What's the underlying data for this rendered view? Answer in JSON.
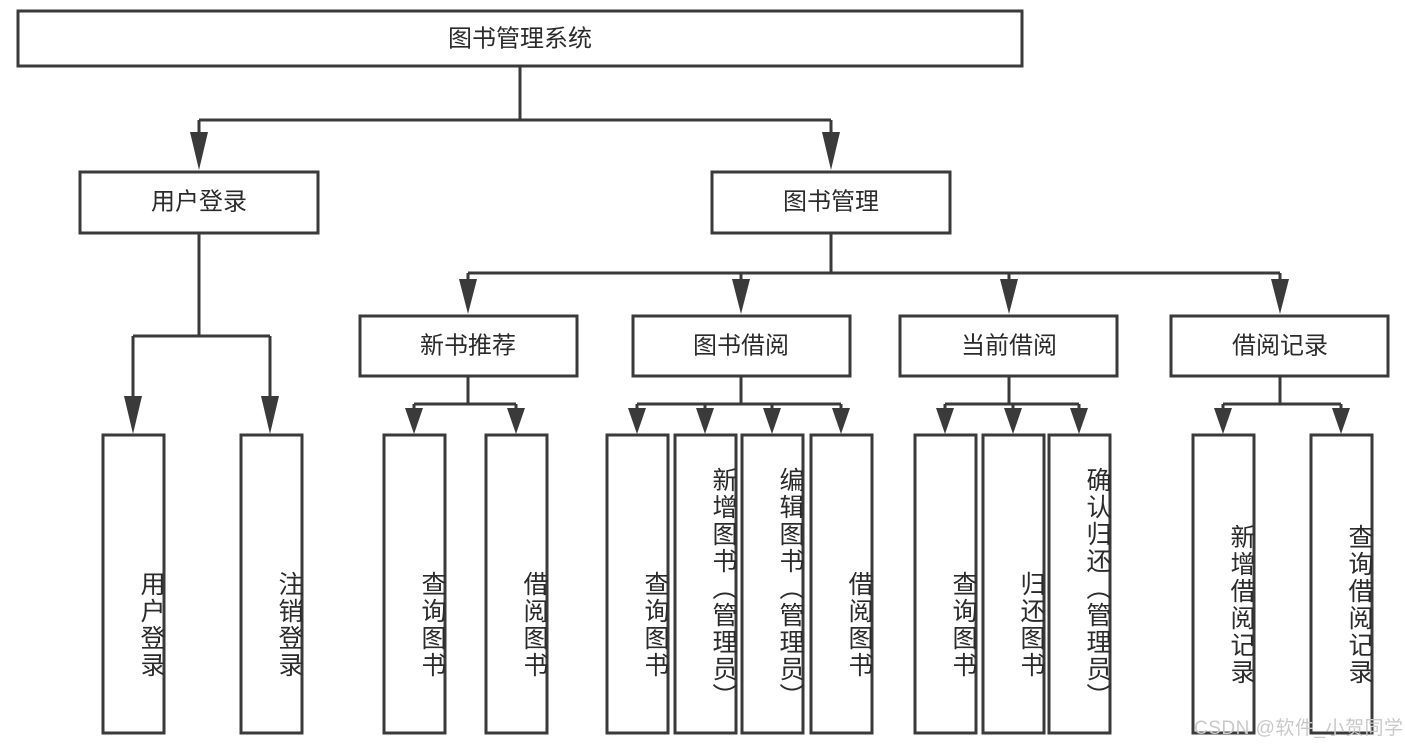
{
  "diagram": {
    "type": "tree-hierarchy",
    "title": "图书管理系统",
    "root": {
      "id": "root",
      "label": "图书管理系统",
      "orientation": "horizontal"
    },
    "level1": [
      {
        "id": "user-login",
        "label": "用户登录",
        "orientation": "horizontal"
      },
      {
        "id": "book-manage",
        "label": "图书管理",
        "orientation": "horizontal"
      }
    ],
    "level2": [
      {
        "id": "new-book-rec",
        "label": "新书推荐",
        "orientation": "horizontal",
        "parent": "book-manage"
      },
      {
        "id": "book-borrow",
        "label": "图书借阅",
        "orientation": "horizontal",
        "parent": "book-manage"
      },
      {
        "id": "current-borrow",
        "label": "当前借阅",
        "orientation": "horizontal",
        "parent": "book-manage"
      },
      {
        "id": "borrow-record",
        "label": "借阅记录",
        "orientation": "horizontal",
        "parent": "book-manage"
      }
    ],
    "leaves": [
      {
        "id": "leaf-user-login",
        "label": "用户登录",
        "orientation": "vertical",
        "parent": "user-login"
      },
      {
        "id": "leaf-user-logout",
        "label": "注销登录",
        "orientation": "vertical",
        "parent": "user-login"
      },
      {
        "id": "leaf-query-book-1",
        "label": "查询图书",
        "orientation": "vertical",
        "parent": "new-book-rec"
      },
      {
        "id": "leaf-borrow-book-1",
        "label": "借阅图书",
        "orientation": "vertical",
        "parent": "new-book-rec"
      },
      {
        "id": "leaf-query-book-2",
        "label": "查询图书",
        "orientation": "vertical",
        "parent": "book-borrow"
      },
      {
        "id": "leaf-add-book",
        "label": "新增图书（管理员）",
        "orientation": "vertical",
        "parent": "book-borrow"
      },
      {
        "id": "leaf-edit-book",
        "label": "编辑图书（管理员）",
        "orientation": "vertical",
        "parent": "book-borrow"
      },
      {
        "id": "leaf-borrow-book-2",
        "label": "借阅图书",
        "orientation": "vertical",
        "parent": "book-borrow"
      },
      {
        "id": "leaf-query-book-3",
        "label": "查询图书",
        "orientation": "vertical",
        "parent": "current-borrow"
      },
      {
        "id": "leaf-return-book",
        "label": "归还图书",
        "orientation": "vertical",
        "parent": "current-borrow"
      },
      {
        "id": "leaf-confirm-return",
        "label": "确认归还（管理员）",
        "orientation": "vertical",
        "parent": "current-borrow"
      },
      {
        "id": "leaf-add-record",
        "label": "新增借阅记录",
        "orientation": "vertical",
        "parent": "borrow-record"
      },
      {
        "id": "leaf-query-record",
        "label": "查询借阅记录",
        "orientation": "vertical",
        "parent": "borrow-record"
      }
    ],
    "colors": {
      "box_stroke": "#3a3a3a",
      "box_fill": "#ffffff",
      "text": "#2b2b2b",
      "background": "#ffffff",
      "watermark": "#c9c9c9"
    }
  },
  "watermark": {
    "text": "CSDN @软件_小贺同学"
  }
}
